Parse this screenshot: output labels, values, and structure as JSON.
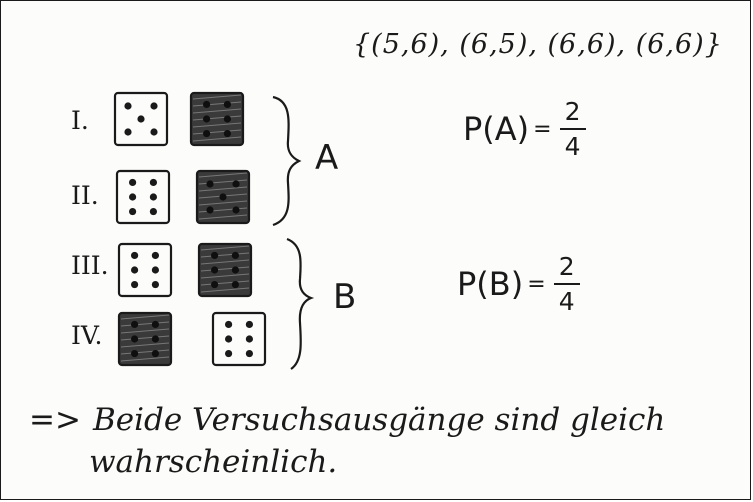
{
  "sample_space_line": "{(5,6), (6,5), (6,6), (6,6)}",
  "rows": [
    {
      "label": "I.",
      "left_die": {
        "pips": 5,
        "shaded": false
      },
      "right_die": {
        "pips": 6,
        "shaded": true
      }
    },
    {
      "label": "II.",
      "left_die": {
        "pips": 6,
        "shaded": false
      },
      "right_die": {
        "pips": 5,
        "shaded": true
      }
    },
    {
      "label": "III.",
      "left_die": {
        "pips": 6,
        "shaded": false
      },
      "right_die": {
        "pips": 6,
        "shaded": true
      }
    },
    {
      "label": "IV.",
      "left_die": {
        "pips": 6,
        "shaded": true
      },
      "right_die": {
        "pips": 6,
        "shaded": false
      }
    }
  ],
  "events": {
    "A": {
      "letter": "A",
      "expr": "P(A)",
      "eq": "=",
      "numerator": "2",
      "denominator": "4"
    },
    "B": {
      "letter": "B",
      "expr": "P(B)",
      "eq": "=",
      "numerator": "2",
      "denominator": "4"
    }
  },
  "conclusion": {
    "arrow": "=>",
    "line1": "Beide Versuchsausgänge sind gleich",
    "line2": "wahrscheinlich."
  },
  "colors": {
    "ink": "#1a1a1a",
    "shade": "#3a3a3a",
    "paper": "#fcfcfa"
  }
}
